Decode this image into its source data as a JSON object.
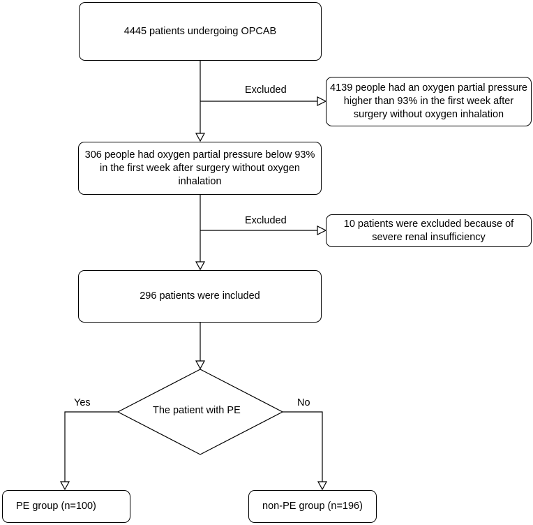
{
  "flowchart": {
    "start": "4445 patients undergoing OPCAB",
    "exclusion1": {
      "label": "Excluded",
      "text": "4139 people had an oxygen partial pressure higher than 93% in the first week after surgery without oxygen inhalation"
    },
    "step2": "306 people had oxygen partial pressure below 93% in the first week after surgery without oxygen inhalation",
    "exclusion2": {
      "label": "Excluded",
      "text": "10 patients were excluded because of severe renal insufficiency"
    },
    "included": "296 patients were included",
    "decision": {
      "text": "The patient with PE",
      "yes_label": "Yes",
      "no_label": "No"
    },
    "pe_group": "PE group (n=100)",
    "non_pe_group": "non-PE group (n=196)"
  }
}
